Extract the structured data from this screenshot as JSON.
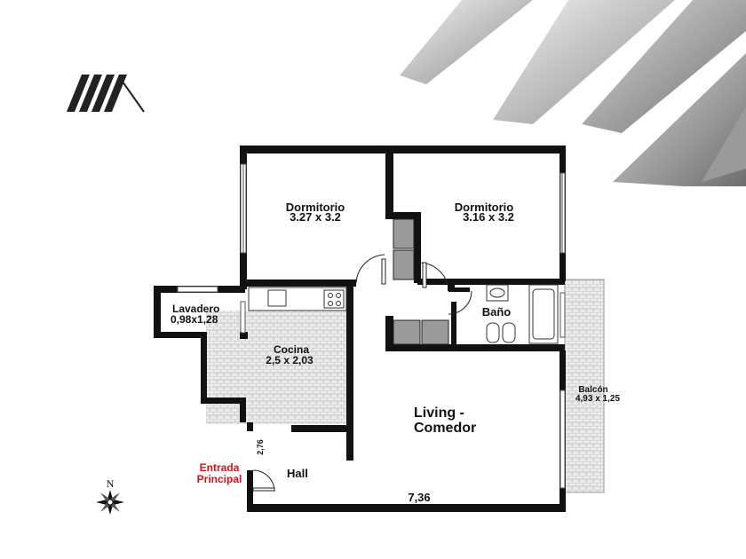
{
  "rooms": {
    "dormitorio_1": {
      "name": "Dormitorio",
      "size": "3.27 x 3.2"
    },
    "dormitorio_2": {
      "name": "Dormitorio",
      "size": "3.16 x 3.2"
    },
    "lavadero": {
      "name": "Lavadero",
      "size": "0,98x1,28"
    },
    "cocina": {
      "name": "Cocina",
      "size": "2,5 x 2,03"
    },
    "bano": {
      "name": "Baño"
    },
    "living": {
      "line1": "Living -",
      "line2": "Comedor"
    },
    "balcon": {
      "name": "Balcón",
      "size": "4,93 x 1,25"
    },
    "hall": {
      "name": "Hall"
    }
  },
  "entrance": {
    "line1": "Entrada",
    "line2": "Principal",
    "color": "#d0141b"
  },
  "dimensions": {
    "width_total": "7,36",
    "hall_side": "2,76"
  },
  "compass": {
    "label": "N"
  },
  "colors": {
    "wall": "#111111",
    "tile": "#d9d9d9",
    "stripe_dark": "#8c8c8c",
    "stripe_light": "#e6e6e6"
  }
}
